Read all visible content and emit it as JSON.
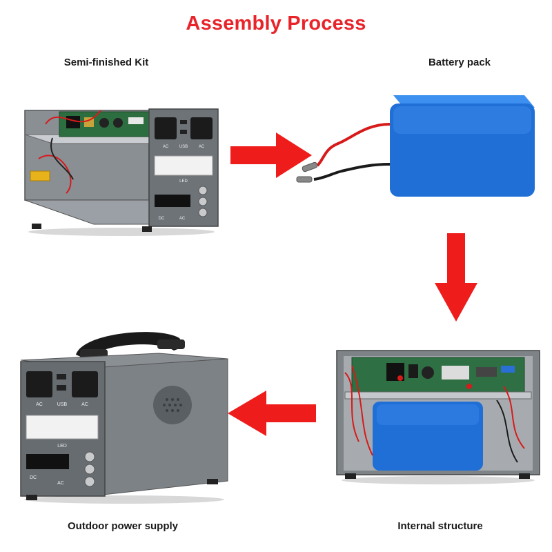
{
  "title": "Assembly Process",
  "steps": {
    "semi_finished": {
      "label": "Semi-finished Kit",
      "panel_texts": {
        "ac_left": "AC",
        "usb": "USB",
        "ac_right": "AC",
        "led": "LED",
        "dc": "DC",
        "ac_bottom": "AC"
      }
    },
    "battery": {
      "label": "Battery pack"
    },
    "internal": {
      "label": "Internal structure"
    },
    "outdoor": {
      "label": "Outdoor power supply",
      "panel_texts": {
        "ac_left": "AC",
        "usb": "USB",
        "ac_right": "AC",
        "led": "LED",
        "dc": "DC",
        "ac_bottom": "AC"
      }
    }
  },
  "colors": {
    "title": "#e8232a",
    "arrow": "#ef1c1c",
    "battery_blue": "#1f6fd6",
    "casing_gray": "#6e7378"
  },
  "arrows": [
    "right",
    "down",
    "left"
  ]
}
